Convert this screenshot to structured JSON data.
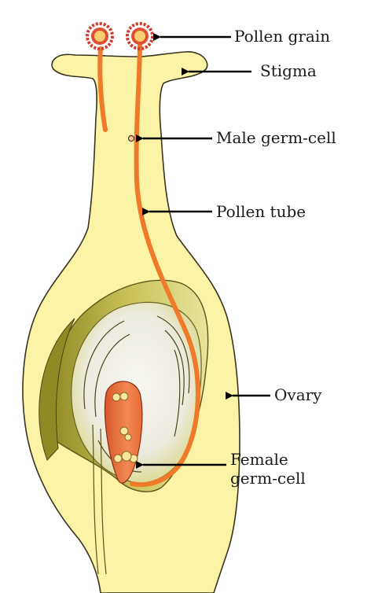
{
  "labels": {
    "pollen_grain": "Pollen grain",
    "stigma": "Stigma",
    "male_germ_cell": "Male germ-cell",
    "pollen_tube": "Pollen tube",
    "ovary": "Ovary",
    "female_germ_cell_line1": "Female",
    "female_germ_cell_line2": "germ-cell"
  },
  "colors": {
    "pistil_fill": "#fbf3a6",
    "pistil_outline": "#3a3320",
    "ovary_wall": "#b9b24a",
    "ovule_inner": "#f0efe6",
    "pollen_tube": "#ef7a2a",
    "pollen_grain_spikes": "#d23a2a",
    "female_cell": "#e8663a",
    "arrow": "#000000"
  }
}
